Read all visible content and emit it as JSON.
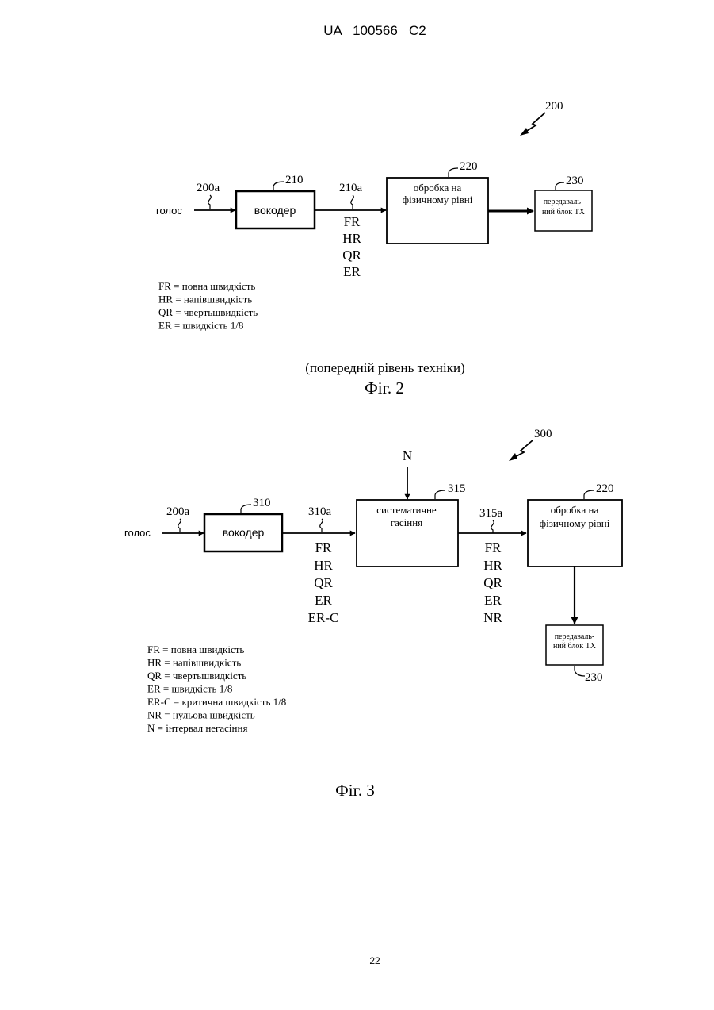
{
  "header": {
    "doc_number": "UA   100566   C2"
  },
  "fig2": {
    "ref_main": "200",
    "input_label": "голос",
    "input_ref": "200a",
    "vocoder": {
      "label": "вокодер",
      "ref": "210"
    },
    "link_ref": "210a",
    "rates": [
      "FR",
      "HR",
      "QR",
      "ER"
    ],
    "phy": {
      "line1": "обробка на",
      "line2": "фізичному рівні",
      "ref": "220"
    },
    "tx": {
      "line1": "передаваль-",
      "line2": "ний блок ТХ",
      "ref": "230"
    },
    "legend": [
      "FR = повна швидкість",
      "HR = напівшвидкість",
      "QR = чвертьшвидкість",
      "ER = швидкість 1/8"
    ],
    "caption_note": "(попередній рівень техніки)",
    "caption": "Фіг. 2"
  },
  "fig3": {
    "ref_main": "300",
    "input_label": "голос",
    "input_ref": "200a",
    "vocoder": {
      "label": "вокодер",
      "ref": "310"
    },
    "link1_ref": "310a",
    "rates_in": [
      "FR",
      "HR",
      "QR",
      "ER",
      "ER-C"
    ],
    "n_label": "N",
    "erasure": {
      "line1": "систематичне",
      "line2": "гасіння",
      "ref": "315"
    },
    "link2_ref": "315a",
    "rates_out": [
      "FR",
      "HR",
      "QR",
      "ER",
      "NR"
    ],
    "phy": {
      "line1": "обробка на",
      "line2": "фізичному рівні",
      "ref": "220"
    },
    "tx": {
      "line1": "передаваль-",
      "line2": "ний блок ТХ",
      "ref": "230"
    },
    "legend": [
      "FR = повна швидкість",
      "HR = напівшвидкість",
      "QR = чвертьшвидкість",
      "ER = швидкість 1/8",
      "ER-C = критична швидкість 1/8",
      "NR = нульова швидкість",
      "N = інтервал негасіння"
    ],
    "caption": "Фіг. 3"
  },
  "footer": {
    "page_number": "22"
  }
}
